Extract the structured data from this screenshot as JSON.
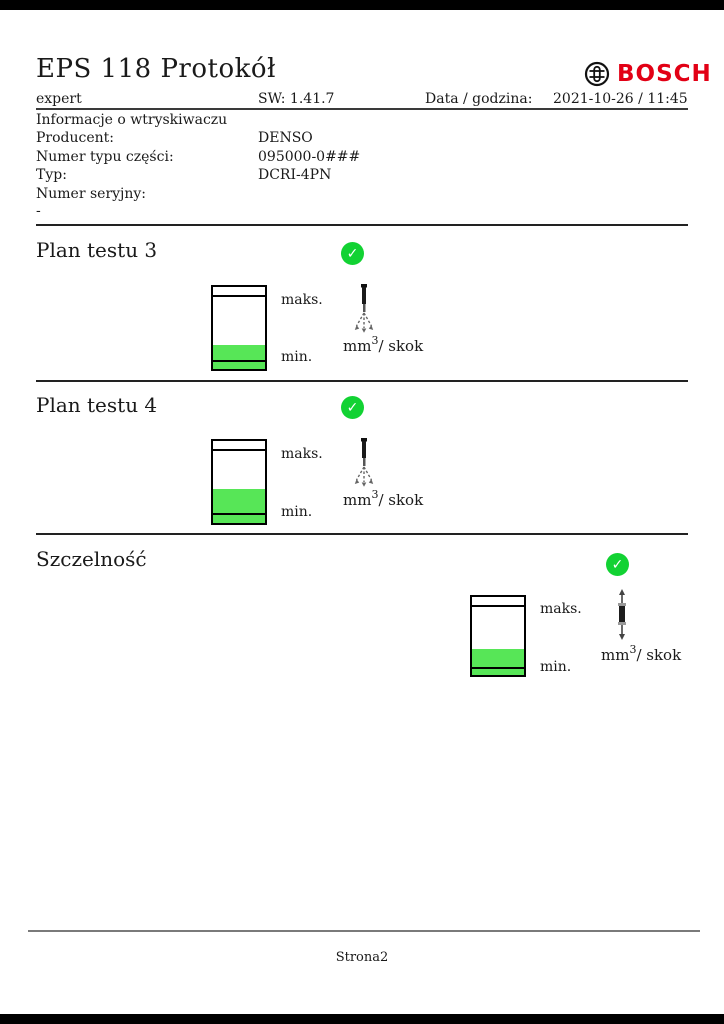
{
  "colors": {
    "bosch_red": "#e20015",
    "check_green": "#12d233",
    "fill_green": "#57e657"
  },
  "page": {
    "title": "EPS 118 Protokół",
    "footer": "Strona2"
  },
  "brand": {
    "name": "BOSCH"
  },
  "header": {
    "user": "expert",
    "sw": "SW: 1.41.7",
    "date_label": "Data / godzina:",
    "date_value": "2021-10-26 / 11:45"
  },
  "injector_info": {
    "heading": "Informacje o wtryskiwaczu",
    "rows": [
      {
        "label": "Producent:",
        "value": "DENSO"
      },
      {
        "label": "Numer typu części:",
        "value": "095000-0###"
      },
      {
        "label": "Typ:",
        "value": "DCRI-4PN"
      },
      {
        "label": "Numer seryjny:",
        "value": ""
      }
    ],
    "empty_serial": "-"
  },
  "gauge_labels": {
    "max": "maks.",
    "min": "min.",
    "unit_base": "mm",
    "unit_sup": "3",
    "unit_rest": "/ skok"
  },
  "sections": [
    {
      "title": "Plan testu 3",
      "status": "passed",
      "check": "✓",
      "gauge": {
        "maks_line_pct": 10,
        "green_top_pct": 71,
        "min_line_pct": 89
      }
    },
    {
      "title": "Plan testu 4",
      "status": "passed",
      "check": "✓",
      "gauge": {
        "maks_line_pct": 10,
        "green_top_pct": 58,
        "min_line_pct": 88
      }
    },
    {
      "title": "Szczelność",
      "status": "passed",
      "check": "✓",
      "gauge": {
        "maks_line_pct": 10,
        "green_top_pct": 67,
        "min_line_pct": 90
      }
    }
  ]
}
